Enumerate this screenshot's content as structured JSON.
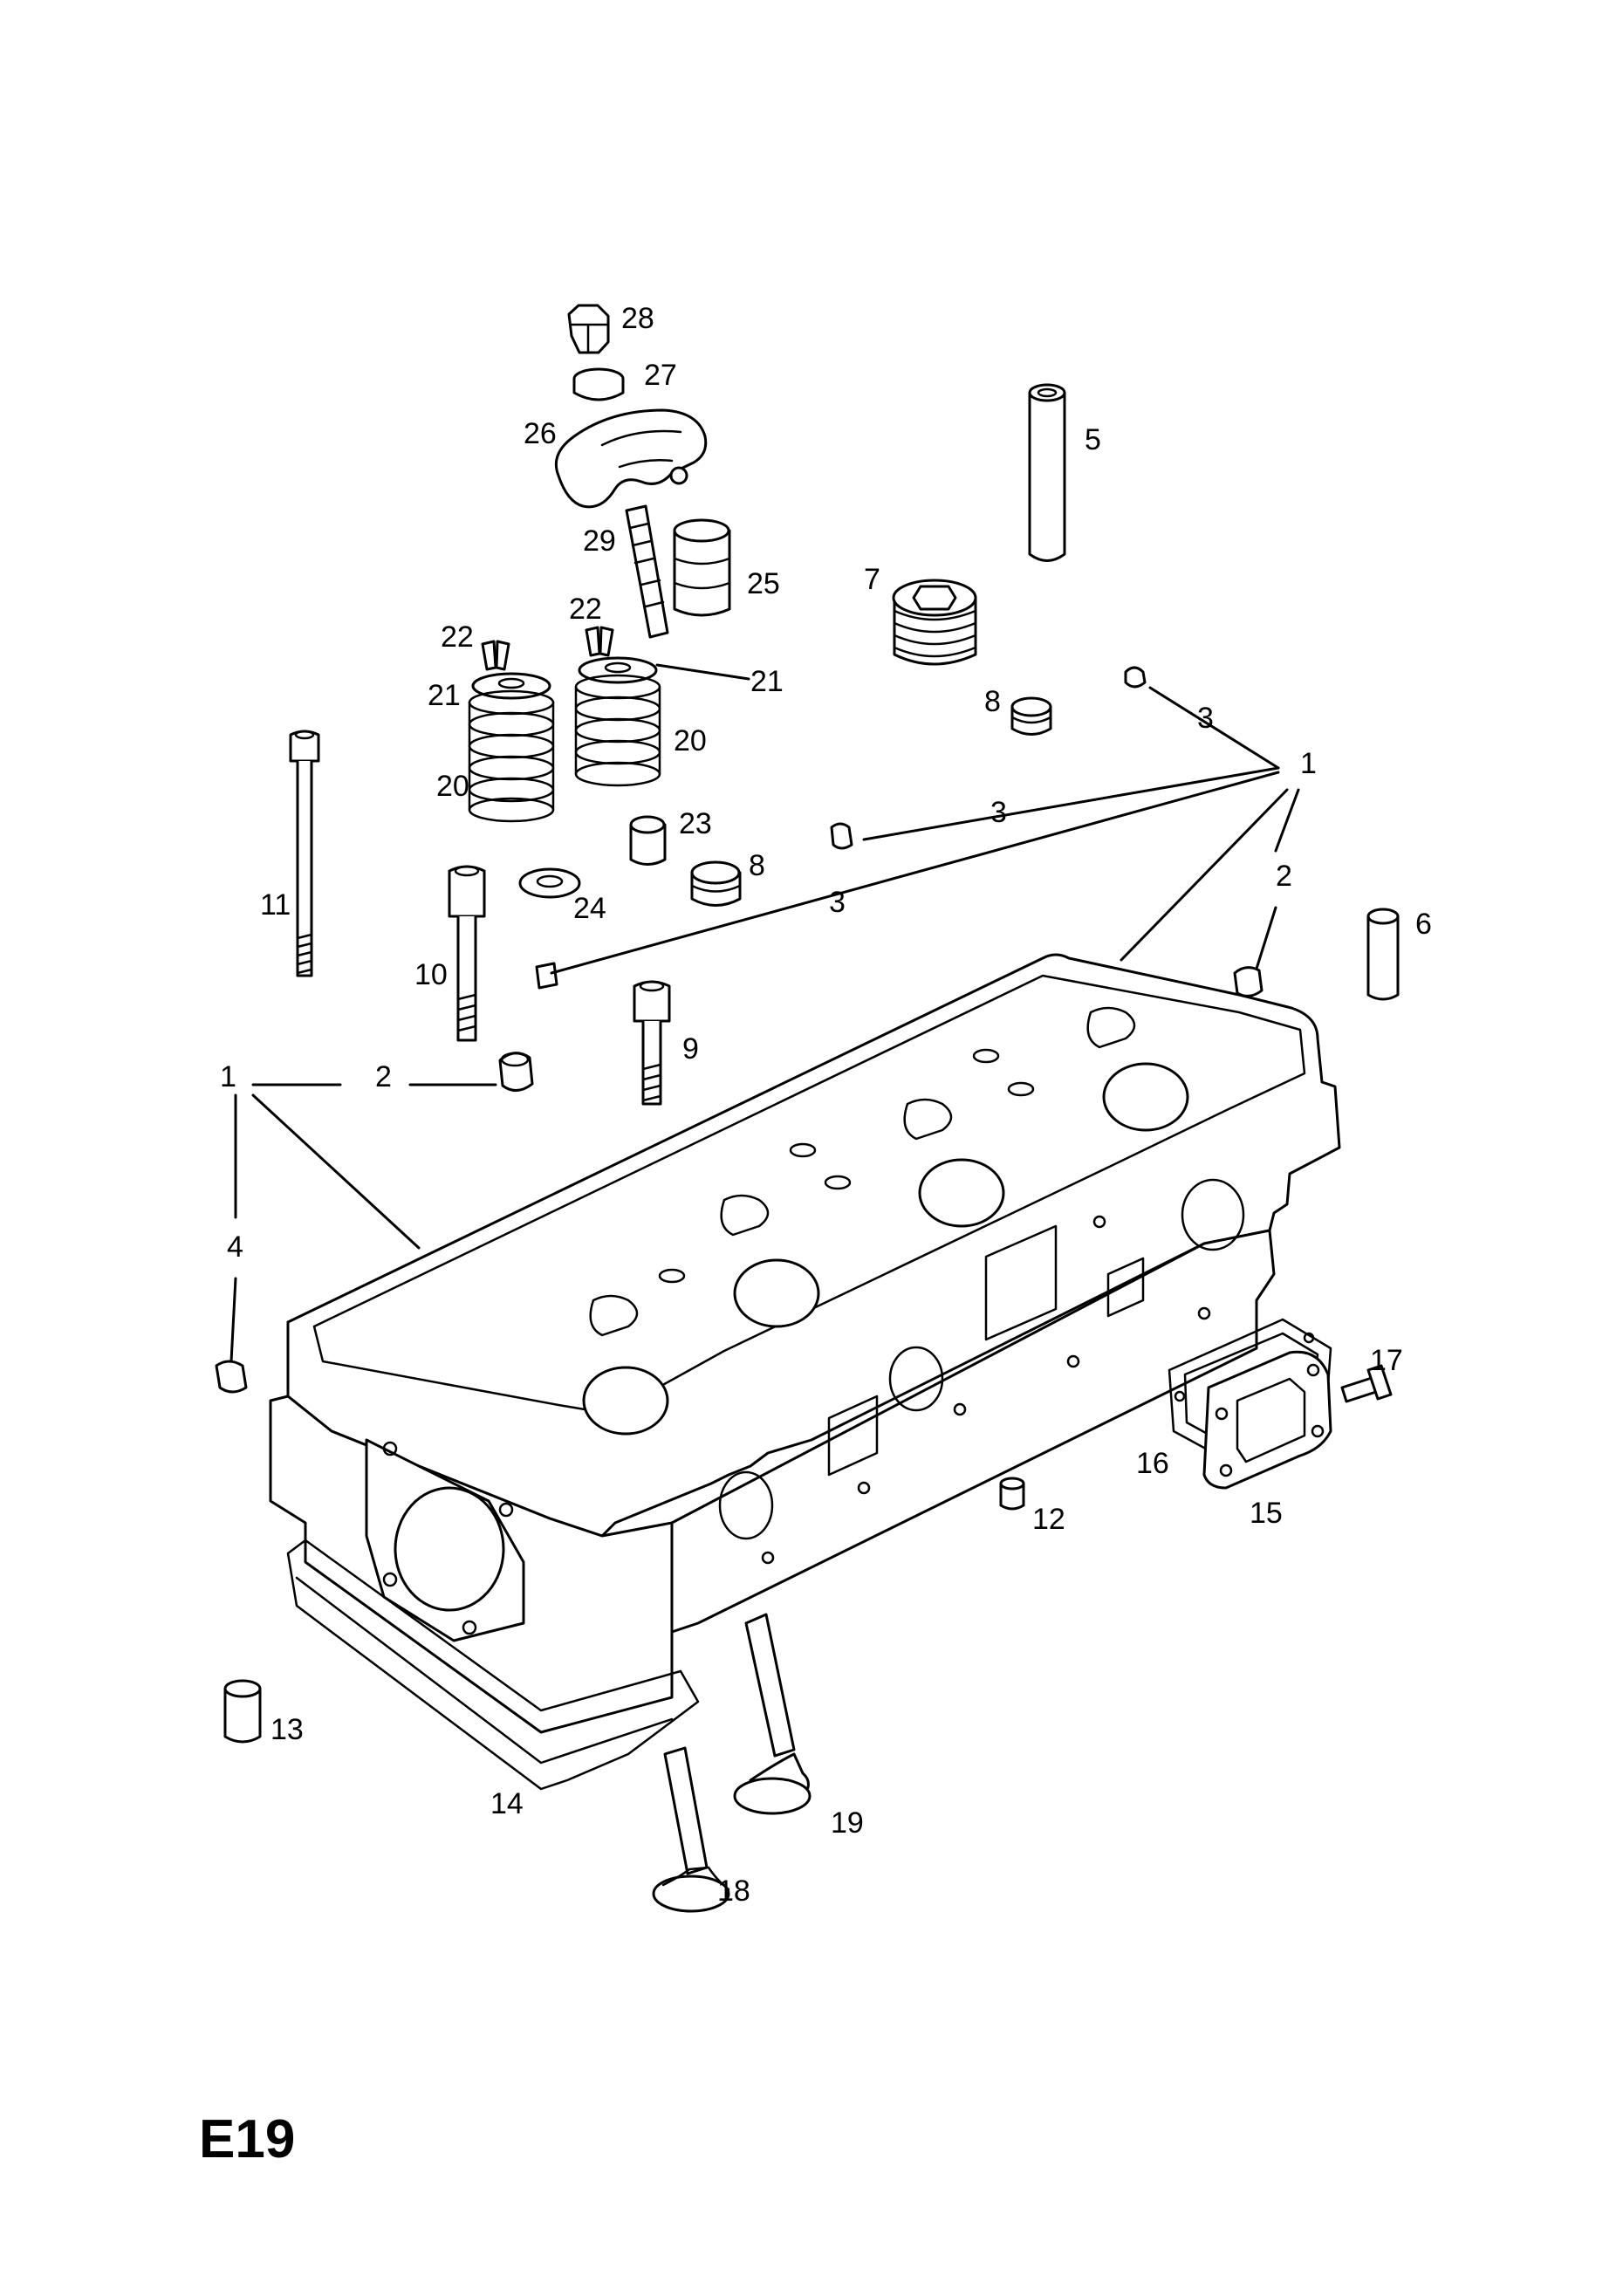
{
  "sheet": {
    "code": "E19"
  },
  "callouts": [
    {
      "id": "c28",
      "label": "28"
    },
    {
      "id": "c27",
      "label": "27"
    },
    {
      "id": "c26",
      "label": "26"
    },
    {
      "id": "c29",
      "label": "29"
    },
    {
      "id": "c25",
      "label": "25"
    },
    {
      "id": "c5",
      "label": "5"
    },
    {
      "id": "c7",
      "label": "7"
    },
    {
      "id": "c22a",
      "label": "22"
    },
    {
      "id": "c22b",
      "label": "22"
    },
    {
      "id": "c21a",
      "label": "21"
    },
    {
      "id": "c21b",
      "label": "21"
    },
    {
      "id": "c20a",
      "label": "20"
    },
    {
      "id": "c20b",
      "label": "20"
    },
    {
      "id": "c8a",
      "label": "8"
    },
    {
      "id": "c3a",
      "label": "3"
    },
    {
      "id": "c1a",
      "label": "1"
    },
    {
      "id": "c23",
      "label": "23"
    },
    {
      "id": "c3b",
      "label": "3"
    },
    {
      "id": "c8b",
      "label": "8"
    },
    {
      "id": "c11",
      "label": "11"
    },
    {
      "id": "c24",
      "label": "24"
    },
    {
      "id": "c3c",
      "label": "3"
    },
    {
      "id": "c2a",
      "label": "2"
    },
    {
      "id": "c6",
      "label": "6"
    },
    {
      "id": "c10",
      "label": "10"
    },
    {
      "id": "c9",
      "label": "9"
    },
    {
      "id": "c1b",
      "label": "1"
    },
    {
      "id": "c2b",
      "label": "2"
    },
    {
      "id": "c4",
      "label": "4"
    },
    {
      "id": "c17",
      "label": "17"
    },
    {
      "id": "c16",
      "label": "16"
    },
    {
      "id": "c15",
      "label": "15"
    },
    {
      "id": "c12",
      "label": "12"
    },
    {
      "id": "c13",
      "label": "13"
    },
    {
      "id": "c14",
      "label": "14"
    },
    {
      "id": "c19",
      "label": "19"
    },
    {
      "id": "c18",
      "label": "18"
    }
  ]
}
